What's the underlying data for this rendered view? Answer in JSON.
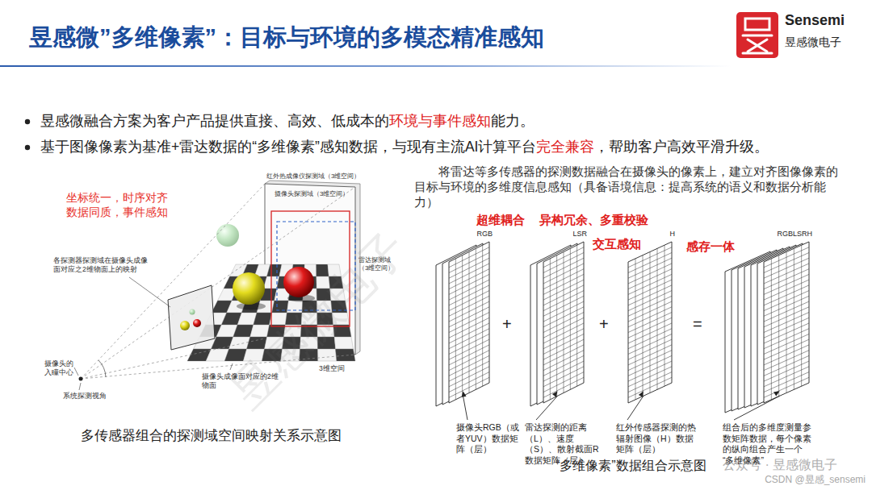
{
  "diagram": {
    "title": "昱感微”多维像素”：目标与环境的多模态精准感知",
    "caption": "“多维像素”数据组合示意图",
    "nodes": [
      {
        "text": [
          "RGB",
          "摄像头RGB（或者YUV）数据矩阵（层）"
        ]
      },
      {
        "text": [
          "LSR",
          "雷达探测的距离（L）、速度（S）、散射截面R数据矩阵（层）"
        ]
      },
      {
        "text": [
          "H",
          "红外传感器探测的热辐射图像（H）数据矩阵（层）"
        ]
      },
      {
        "text": [
          "RGBLSRH",
          "组合后的多维度测量参数矩阵数据，每个像素的纵向组合产生一个“多维像素”"
        ]
      }
    ],
    "labels": [
      "昱感微融合方案为客户产品提供直接、高效、低成本的",
      "环境与事件感知",
      "能力。",
      "基于图像像素为基准+雷达数据的“多维像素”感知数据，与现有主流AI计算平台",
      "完全兼容",
      "，帮助客户高效平滑升级。",
      "Sensemi",
      "昱感微电子",
      "坐标统一，时序对齐 数据同质，事件感知",
      "红外热成像仪探测域（3维空间）",
      "摄像头探测域（3维空间）",
      "各探测器探测域在摄像头成像面对应之2维物面上的映射",
      "雷达探测域（3维空间）",
      "3维空间",
      "摄像头成像面对应的2维物面",
      "摄像头的入瞳中心",
      "系统探测视角",
      "多传感器组合的探测域空间映射关系示意图",
      "将雷达等多传感器的探测数据融合在摄像头的像素上，建立对齐图像像素的目标与环境的多维度信息感知（具备语境信息：提高系统的语义和数据分析能力）",
      "超维耦合",
      "异构冗余、多重校验",
      "交互感知",
      "感存一体",
      "+",
      "+",
      "=",
      "昱感微电子",
      "公众号 · 昱感微电子",
      "CSDN @昱感_sensemi"
    ]
  }
}
